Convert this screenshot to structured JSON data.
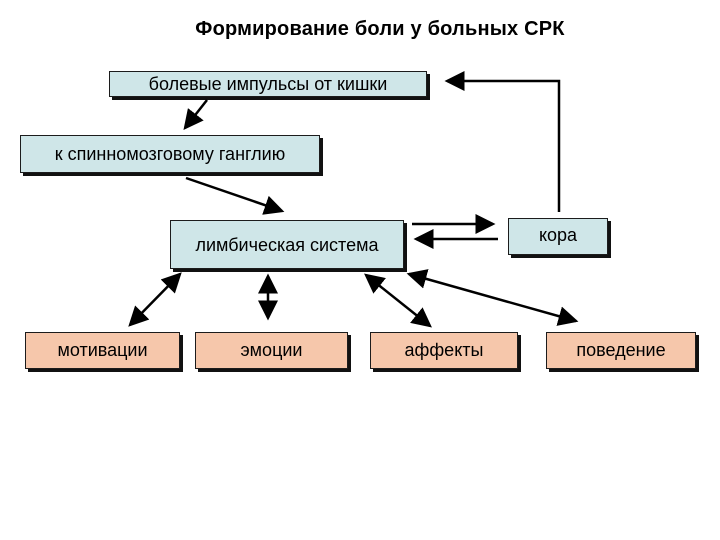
{
  "diagram": {
    "title": "Формирование боли у больных СРК",
    "nodes": {
      "impulses": "болевые импульсы от кишки",
      "ganglion": "к спинномозговому ганглию",
      "limbic": "лимбическая система",
      "cortex": "кора",
      "motivation": "мотивации",
      "emotions": "эмоции",
      "affects": "аффекты",
      "behavior": "поведение"
    },
    "edges": [
      {
        "from": "impulses",
        "to": "ganglion",
        "direction": "forward"
      },
      {
        "from": "ganglion",
        "to": "limbic",
        "direction": "forward"
      },
      {
        "from": "limbic",
        "to": "cortex",
        "direction": "forward"
      },
      {
        "from": "cortex",
        "to": "limbic",
        "direction": "forward"
      },
      {
        "from": "cortex",
        "to": "impulses",
        "direction": "forward"
      },
      {
        "from": "limbic",
        "to": "motivation",
        "direction": "both"
      },
      {
        "from": "limbic",
        "to": "emotions",
        "direction": "both"
      },
      {
        "from": "limbic",
        "to": "affects",
        "direction": "both"
      },
      {
        "from": "limbic",
        "to": "behavior",
        "direction": "both"
      }
    ],
    "colors": {
      "upper_boxes": "#cfe6e8",
      "lower_boxes": "#f6c7ab",
      "lines": "#000000"
    }
  }
}
